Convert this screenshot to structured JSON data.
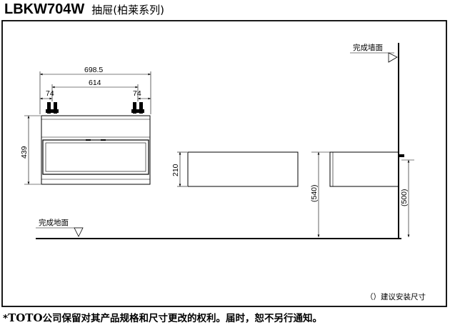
{
  "header": {
    "model": "LBKW704W",
    "subtitle": "抽屉(柏莱系列)"
  },
  "labels": {
    "finished_wall": "完成墙面",
    "finished_floor": "完成地面",
    "legend": "（）建议安装尺寸"
  },
  "dimensions": {
    "overall_width": "698.5",
    "inner_width": "614",
    "left_offset": "74",
    "right_offset": "74",
    "height": "439",
    "drawer_depth": "210",
    "install_height_540": "(540)",
    "install_height_500": "(500)"
  },
  "footer": {
    "marker": "*",
    "brand": "TOTO",
    "text": "公司保留对其产品规格和尺寸更改的权利。届时，恕不另行通知。"
  }
}
